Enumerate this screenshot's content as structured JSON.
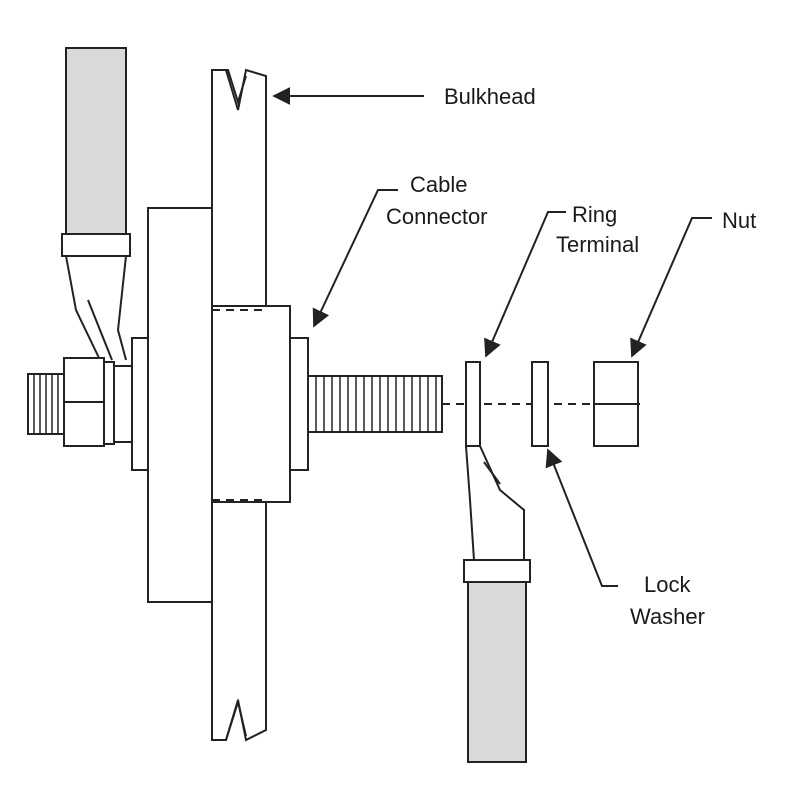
{
  "labels": {
    "bulkhead": "Bulkhead",
    "cable_connector_line1": "Cable",
    "cable_connector_line2": "Connector",
    "ring_terminal_line1": "Ring",
    "ring_terminal_line2": "Terminal",
    "nut": "Nut",
    "lock_washer_line1": "Lock",
    "lock_washer_line2": "Washer"
  },
  "colors": {
    "line": "#222222",
    "wire_fill": "#d9d9d9",
    "background": "#ffffff"
  }
}
